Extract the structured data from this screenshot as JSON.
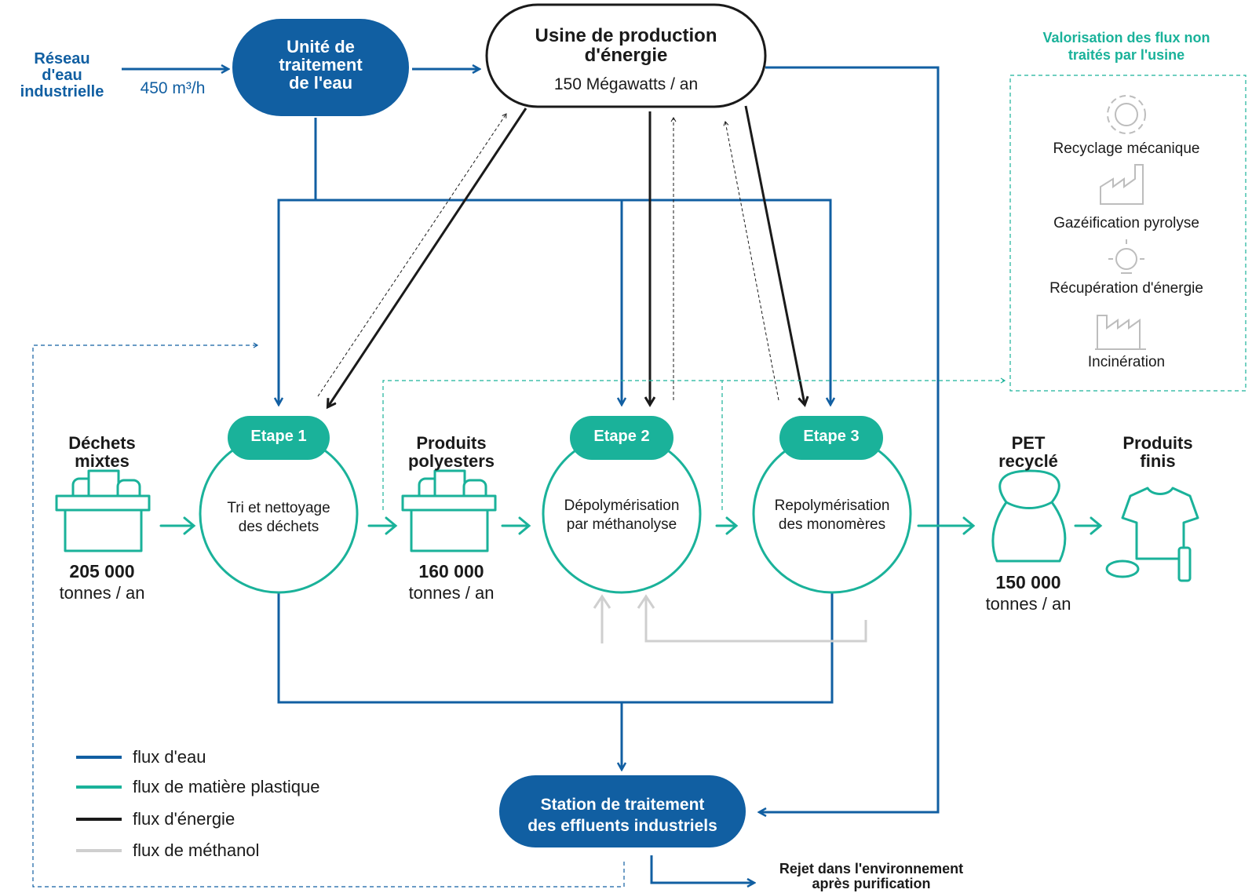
{
  "sources": {
    "reseau_label": [
      "Réseau",
      "d'eau",
      "industrielle"
    ],
    "debit": "450 m³/h"
  },
  "nodes": {
    "water_unit": [
      "Unité de",
      "traitement",
      "de l'eau"
    ],
    "energy_plant_title": [
      "Usine de production",
      "d'énergie"
    ],
    "energy_plant_value": "150 Mégawatts / an",
    "effluent_station": [
      "Station de traitement",
      "des effluents industriels"
    ],
    "rejection": [
      "Rejet dans l'environnement",
      "après purification"
    ]
  },
  "steps": [
    {
      "badge": "Etape 1",
      "label": [
        "Tri et nettoyage",
        "des déchets"
      ]
    },
    {
      "badge": "Etape 2",
      "label": [
        "Dépolymérisation",
        "par méthanolyse"
      ]
    },
    {
      "badge": "Etape 3",
      "label": [
        "Repolymérisation",
        "des monomères"
      ]
    }
  ],
  "materials": [
    {
      "title": [
        "Déchets",
        "mixtes"
      ],
      "amount": "205 000",
      "unit": "tonnes / an"
    },
    {
      "title": [
        "Produits",
        "polyesters"
      ],
      "amount": "160 000",
      "unit": "tonnes / an"
    },
    {
      "title": [
        "PET",
        "recyclé"
      ],
      "amount": "150 000",
      "unit": "tonnes / an"
    },
    {
      "title": [
        "Produits",
        "finis"
      ]
    }
  ],
  "side_panel": {
    "title": [
      "Valorisation des flux non",
      "traités par l'usine"
    ],
    "items": [
      {
        "label": "Recyclage mécanique",
        "icon": "gear-icon"
      },
      {
        "label": "Gazéification pyrolyse",
        "icon": "factory-icon"
      },
      {
        "label": "Récupération d'énergie",
        "icon": "lightbulb-icon"
      },
      {
        "label": "Incinération",
        "icon": "incinerator-icon"
      }
    ]
  },
  "legend": [
    {
      "label": "flux d'eau",
      "color": "#115fa2"
    },
    {
      "label": "flux de matière plastique",
      "color": "#1ab29a"
    },
    {
      "label": "flux d'énergie",
      "color": "#1a1a1a"
    },
    {
      "label": "flux de méthanol",
      "color": "#cfcfcf"
    }
  ],
  "colors": {
    "water": "#115fa2",
    "plastic": "#1ab29a",
    "energy": "#1a1a1a",
    "methanol": "#cfcfcf"
  }
}
